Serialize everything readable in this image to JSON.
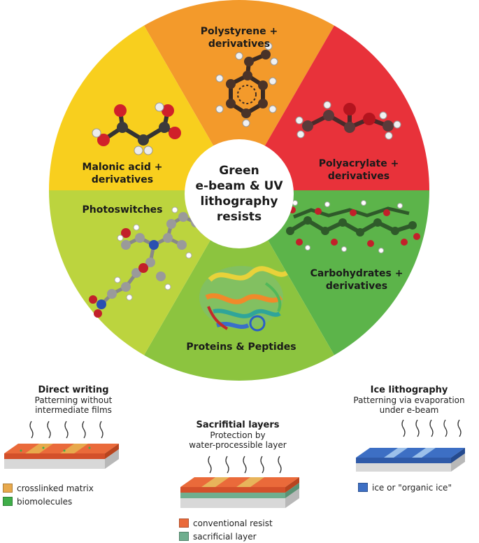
{
  "center": {
    "lines": [
      "Green",
      "e-beam & UV",
      "lithography",
      "resists"
    ]
  },
  "segments": [
    {
      "key": "polystyrene",
      "lines": [
        "Polystyrene +",
        "derivatives"
      ],
      "color": "#f39a2b"
    },
    {
      "key": "polyacrylate",
      "lines": [
        "Polyacrylate +",
        "derivatives"
      ],
      "color": "#e8323a"
    },
    {
      "key": "carbohydrates",
      "lines": [
        "Carbohydrates +",
        "derivatives"
      ],
      "color": "#5cb44a"
    },
    {
      "key": "proteins",
      "lines": [
        "Proteins & Peptides"
      ],
      "color": "#8cc43f"
    },
    {
      "key": "photoswitches",
      "lines": [
        "Photoswitches"
      ],
      "color": "#bcd43e"
    },
    {
      "key": "malonic",
      "lines": [
        "Malonic acid +",
        "derivatives"
      ],
      "color": "#f8cf1e"
    }
  ],
  "panels": {
    "direct_writing": {
      "title": "Direct writing",
      "sub": [
        "Patterning without",
        "intermediate films"
      ]
    },
    "sacrificial": {
      "title": "Sacrifitial layers",
      "sub": [
        "Protection by",
        "water-processible layer"
      ]
    },
    "ice": {
      "title": "Ice lithography",
      "sub": [
        "Patterning via evaporation",
        "under e-beam"
      ]
    }
  },
  "legends": {
    "direct_writing": [
      {
        "label": "crosslinked matrix",
        "color": "#e8a94c"
      },
      {
        "label": "biomolecules",
        "color": "#3fae49"
      }
    ],
    "sacrificial": [
      {
        "label": "conventional resist",
        "color": "#ea6a3a"
      },
      {
        "label": "sacrificial layer",
        "color": "#6fae8e"
      }
    ],
    "ice": [
      {
        "label": "ice or \"organic ice\"",
        "color": "#3d6fc4"
      }
    ]
  }
}
